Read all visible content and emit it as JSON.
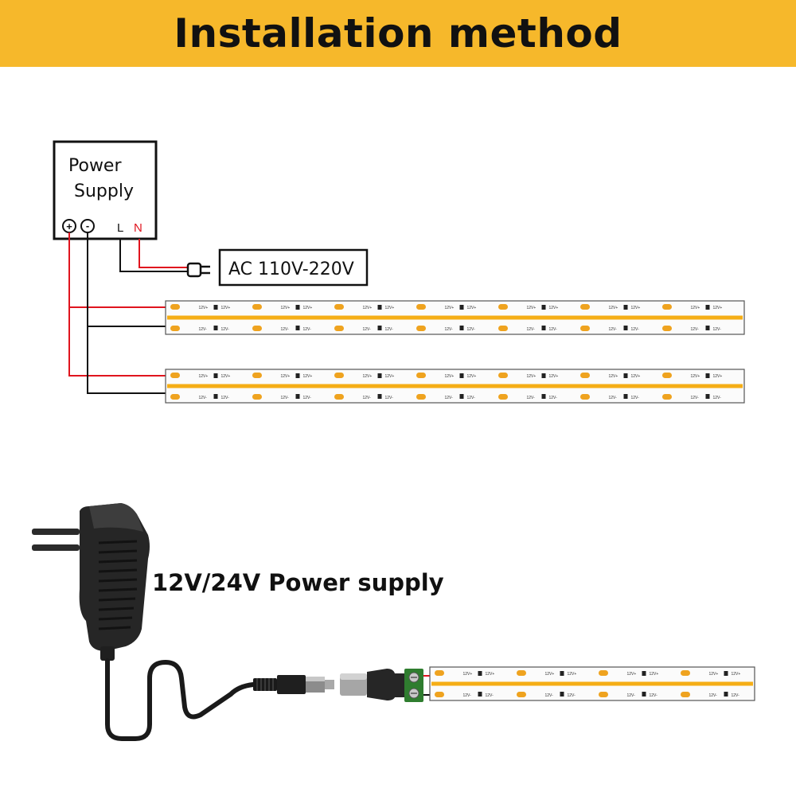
{
  "header": {
    "title": "Installation method"
  },
  "power_supply_box": {
    "line1": "Power",
    "line2": "Supply",
    "plus_symbol": "+",
    "minus_symbol": "-",
    "terminal_l": "L",
    "terminal_n": "N"
  },
  "ac_label": "AC 110V-220V",
  "adapter_label": "12V/24V Power supply",
  "strip": {
    "top_pad_label": "12V+",
    "bottom_pad_label": "12V-"
  },
  "colors": {
    "header_bg": "#f6b82b",
    "wire_positive": "#e0141e",
    "wire_negative": "#111111",
    "led_line": "#f5ae16",
    "pad": "#efa31f",
    "terminal_block": "#2f7d2f"
  },
  "icons": [
    "ac-plug-icon",
    "wall-adapter-icon",
    "dc-jack-icon",
    "screw-terminal-icon"
  ]
}
